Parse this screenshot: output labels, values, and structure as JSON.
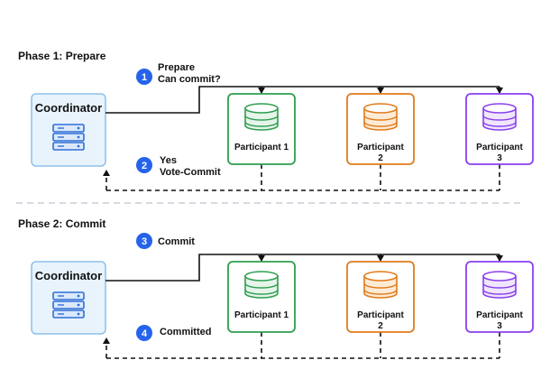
{
  "phases": [
    {
      "title": "Phase 1: Prepare",
      "coordinator": {
        "label": "Coordinator",
        "icon": "server-icon"
      },
      "participants": [
        {
          "line1": "Participant 1",
          "line2": "",
          "color": "#2e9e4f",
          "fill": "#e6f4ea",
          "icon": "database-icon"
        },
        {
          "line1": "Participant",
          "line2": "2",
          "color": "#e07b1a",
          "fill": "#fdebd6",
          "icon": "database-icon"
        },
        {
          "line1": "Participant",
          "line2": "3",
          "color": "#8a3ff0",
          "fill": "#efe6fc",
          "icon": "database-icon"
        }
      ],
      "request_step": {
        "number": "1",
        "lines": [
          "Prepare",
          "Can commit?"
        ]
      },
      "response_step": {
        "number": "2",
        "lines": [
          "Yes",
          "Vote-Commit"
        ]
      }
    },
    {
      "title": "Phase 2: Commit",
      "coordinator": {
        "label": "Coordinator",
        "icon": "server-icon"
      },
      "participants": [
        {
          "line1": "Participant 1",
          "line2": "",
          "color": "#2e9e4f",
          "fill": "#e6f4ea",
          "icon": "database-icon"
        },
        {
          "line1": "Participant",
          "line2": "2",
          "color": "#e07b1a",
          "fill": "#fdebd6",
          "icon": "database-icon"
        },
        {
          "line1": "Participant",
          "line2": "3",
          "color": "#8a3ff0",
          "fill": "#efe6fc",
          "icon": "database-icon"
        }
      ],
      "request_step": {
        "number": "3",
        "lines": [
          "Commit"
        ]
      },
      "response_step": {
        "number": "4",
        "lines": [
          "Committed"
        ]
      }
    }
  ],
  "colors": {
    "badge": "#2563eb",
    "coordinator_border": "#8ec0ea",
    "coordinator_fill": "#e8f3fc",
    "server_icon": "#2f6fd6",
    "line": "#111111",
    "separator": "#c9ced6"
  }
}
